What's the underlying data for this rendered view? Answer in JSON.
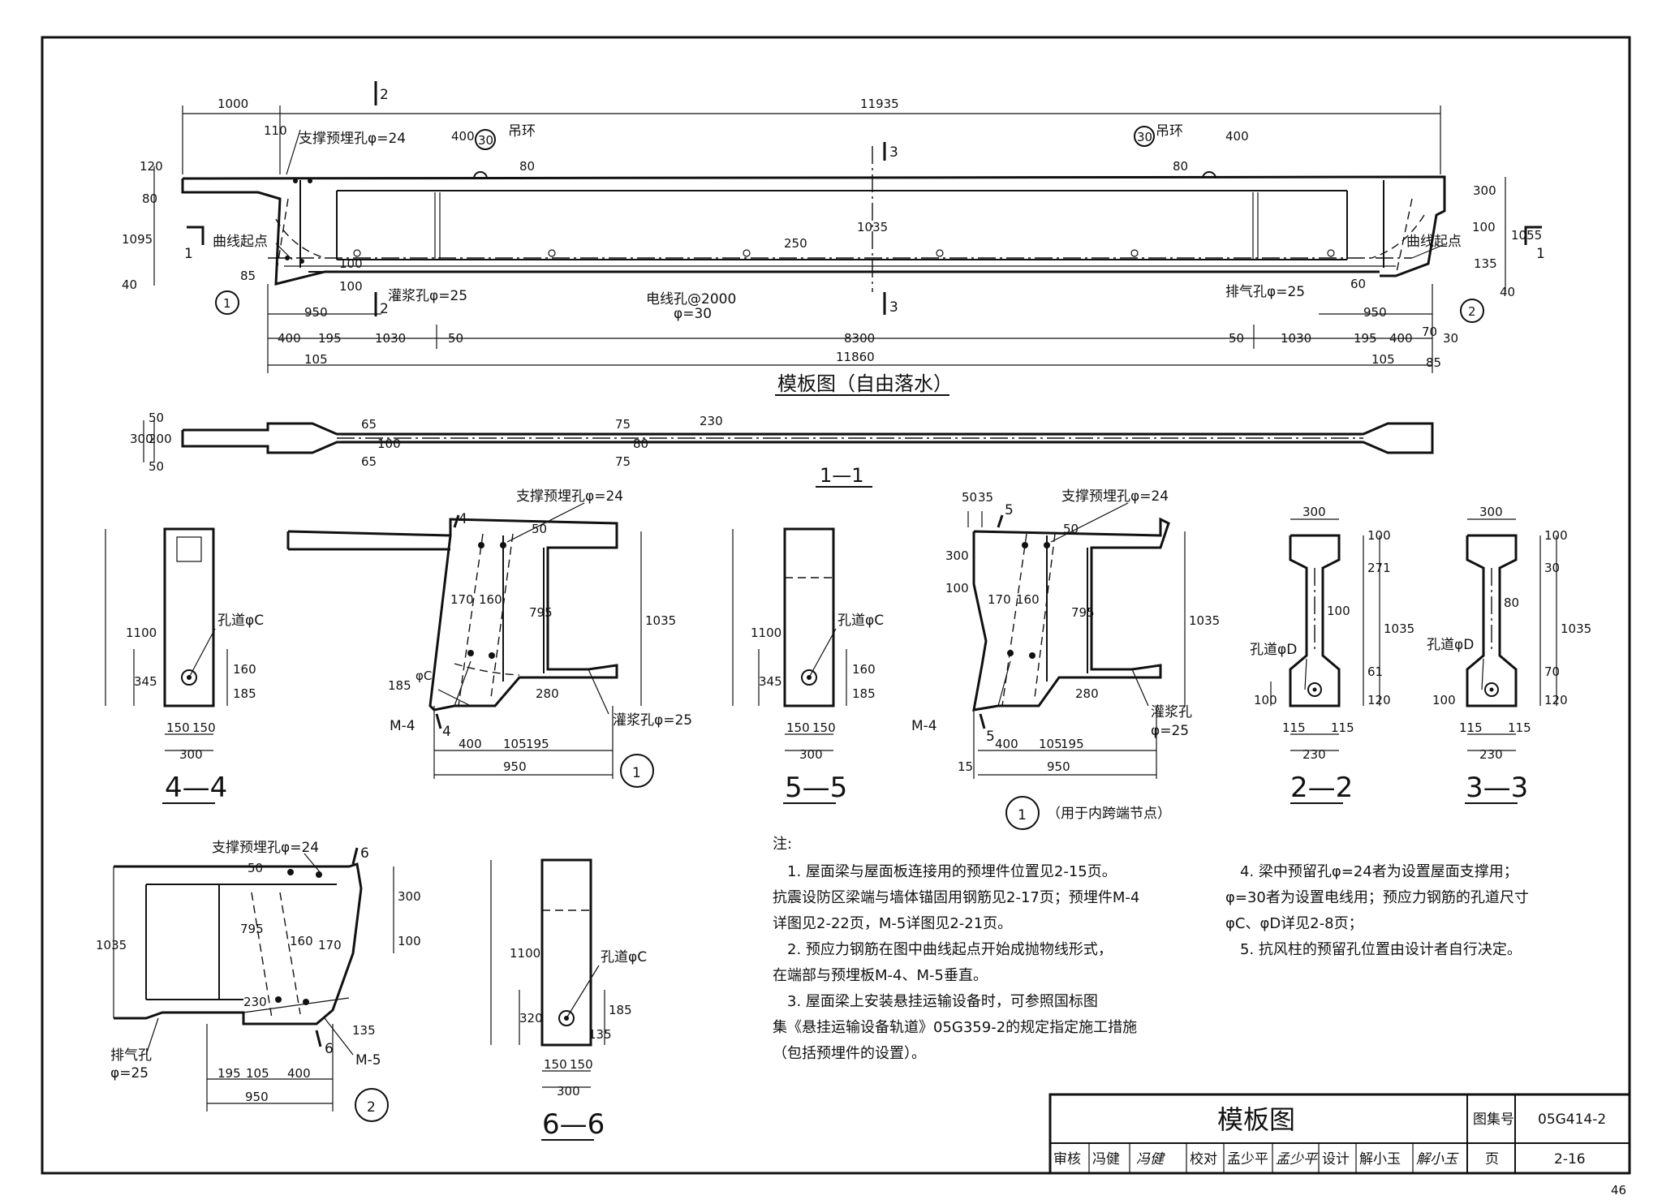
{
  "main_view": {
    "title": "模板图（自由落水）",
    "dims_top": {
      "overall": "11935",
      "left_overhang": "1000",
      "d110": "110",
      "hook_left": "400",
      "hook_right": "400",
      "d80a": "80",
      "d80b": "80",
      "d120": "120",
      "d80c": "80",
      "d1095": "1095",
      "d40": "40",
      "d1035": "1035",
      "d250": "250",
      "d300": "300",
      "d100": "100",
      "d1055": "1055",
      "d135": "135",
      "d40b": "40",
      "d60": "60",
      "d85": "85",
      "d100a": "100",
      "d100b": "100"
    },
    "dims_bottom": {
      "l950": "950",
      "r950": "950",
      "l400": "400",
      "l195": "195",
      "l1030": "1030",
      "l50": "50",
      "mid": "8300",
      "r50": "50",
      "r1030": "1030",
      "r195": "195",
      "r400": "400",
      "r70": "70",
      "r30": "30",
      "overall": "11860",
      "l105": "105",
      "r105": "105",
      "r85": "85"
    },
    "labels": {
      "support_hole": "支撑预埋孔φ=24",
      "hang_ring": "吊环",
      "hang_ring_num": "30",
      "curve_start": "曲线起点",
      "grout_hole": "灌浆孔φ=25",
      "wire_hole": "电线孔@2000",
      "wire_dia": "φ=30",
      "vent_hole": "排气孔φ=25",
      "sec1": "1",
      "sec2": "2",
      "sec3": "3"
    }
  },
  "section_1_1": {
    "title": "1—1",
    "dims": [
      "300",
      "200",
      "50",
      "50",
      "65",
      "65",
      "100",
      "75",
      "75",
      "80",
      "230"
    ]
  },
  "section_4_4": {
    "title": "4—4",
    "hole": "孔道φC",
    "dims": [
      "1100",
      "345",
      "160",
      "185",
      "150",
      "150",
      "300"
    ]
  },
  "node_1": {
    "support_hole": "支撑预埋孔φ=24",
    "grout_hole": "灌浆孔φ=25",
    "m4": "M-4",
    "sec": "4",
    "num": "1",
    "dims": [
      "50",
      "170",
      "160",
      "795",
      "1035",
      "185",
      "φC",
      "280",
      "400",
      "105",
      "195",
      "950"
    ]
  },
  "section_5_5": {
    "title": "5—5",
    "hole": "孔道φC",
    "dims": [
      "1100",
      "345",
      "160",
      "185",
      "150",
      "150",
      "300"
    ]
  },
  "node_1b": {
    "support_hole": "支撑预埋孔φ=24",
    "grout_hole": "灌浆孔",
    "grout_dia": "φ=25",
    "m4": "M-4",
    "sec": "5",
    "num": "1",
    "caption": "（用于内跨端节点）",
    "dims": [
      "50",
      "35",
      "300",
      "100",
      "170",
      "160",
      "795",
      "1035",
      "280",
      "400",
      "105",
      "195",
      "950",
      "15",
      "50"
    ]
  },
  "section_2_2": {
    "title": "2—2",
    "hole": "孔道φD",
    "dims": [
      "300",
      "100",
      "271",
      "100",
      "1035",
      "61",
      "120",
      "100",
      "115",
      "115",
      "230"
    ]
  },
  "section_3_3": {
    "title": "3—3",
    "hole": "孔道φD",
    "dims": [
      "300",
      "100",
      "30",
      "80",
      "1035",
      "70",
      "120",
      "100",
      "115",
      "115",
      "230"
    ]
  },
  "node_2": {
    "support_hole": "支撑预埋孔φ=24",
    "vent_hole": "排气孔",
    "vent_dia": "φ=25",
    "m5": "M-5",
    "sec": "6",
    "num": "2",
    "dims": [
      "50",
      "300",
      "100",
      "1035",
      "795",
      "160",
      "170",
      "230",
      "135",
      "195",
      "105",
      "400",
      "950"
    ]
  },
  "section_6_6": {
    "title": "6—6",
    "hole": "孔道φC",
    "dims": [
      "1100",
      "320",
      "185",
      "135",
      "150",
      "150",
      "300"
    ]
  },
  "notes": {
    "heading": "注:",
    "lines_left": [
      "1. 屋面梁与屋面板连接用的预埋件位置见2-15页。",
      "抗震设防区梁端与墙体锚固用钢筋见2-17页；预埋件M-4",
      "详图见2-22页，M-5详图见2-21页。",
      "2. 预应力钢筋在图中曲线起点开始成抛物线形式，",
      "在端部与预埋板M-4、M-5垂直。",
      "3. 屋面梁上安装悬挂运输设备时，可参照国标图",
      "集《悬挂运输设备轨道》05G359-2的规定指定施工措施",
      "（包括预埋件的设置）。"
    ],
    "lines_right": [
      "4. 梁中预留孔φ=24者为设置屋面支撑用；",
      "φ=30者为设置电线用；预应力钢筋的孔道尺寸",
      "φC、φD详见2-8页；",
      "5. 抗风柱的预留孔位置由设计者自行决定。"
    ]
  },
  "title_block": {
    "drawing_title": "模板图",
    "atlas_label": "图集号",
    "atlas_no": "05G414-2",
    "review_label": "审核",
    "review_name": "冯健",
    "review_sign": "冯健",
    "check_label": "校对",
    "check_name": "孟少平",
    "check_sign": "孟少平",
    "design_label": "设计",
    "design_name": "解小玉",
    "design_sign": "解小玉",
    "page_label": "页",
    "page_no": "2-16"
  },
  "sheet_number": "46"
}
